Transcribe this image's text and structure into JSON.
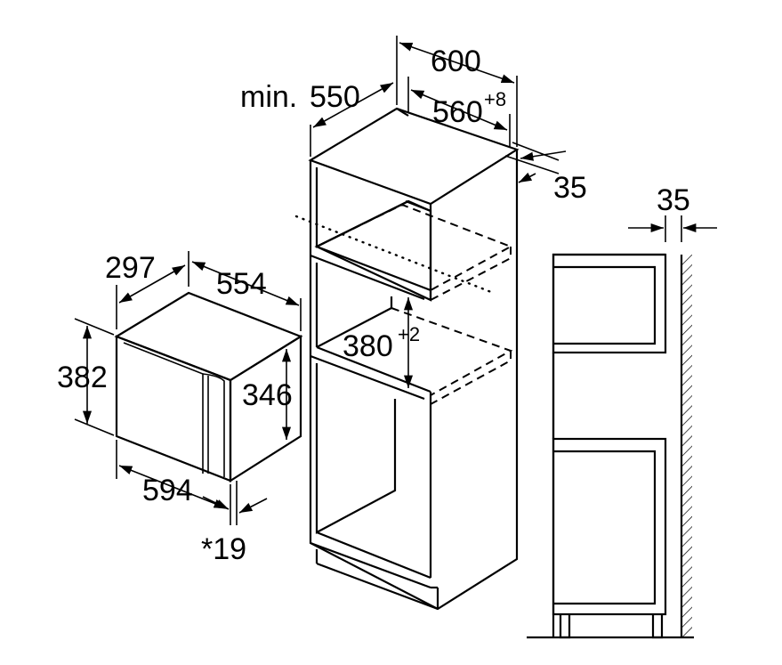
{
  "labels": {
    "min_prefix": "min.",
    "depth_min": "550",
    "width_total": "600",
    "width_inner": "560",
    "width_inner_tol": "+8",
    "back_gap": "35",
    "wall_gap": "35",
    "appliance_depth": "297",
    "appliance_inner_depth": "554",
    "appliance_height": "382",
    "appliance_inner_height": "346",
    "appliance_width": "594",
    "panel_offset": "*19",
    "niche_height": "380",
    "niche_height_tol": "+2"
  }
}
